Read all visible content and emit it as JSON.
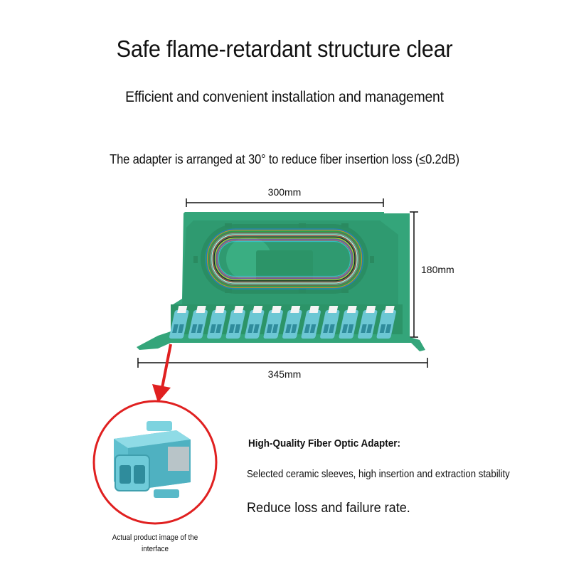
{
  "heading": {
    "title": "Safe flame-retardant structure clear",
    "subtitle": "Efficient and convenient installation and management",
    "note": "The adapter is arranged at 30° to reduce fiber insertion loss (≤0.2dB)"
  },
  "dimensions": {
    "width_top": "300mm",
    "height": "180mm",
    "width_bottom": "345mm"
  },
  "adapter": {
    "title": "High-Quality Fiber Optic Adapter:",
    "description": "Selected ceramic sleeves, high insertion and extraction stability",
    "benefit": "Reduce loss and failure rate.",
    "caption": "Actual product image of the interface"
  },
  "colors": {
    "tray_green": "#34a57a",
    "adapter_aqua": "#6cc7d4",
    "arrow_red": "#e02020"
  },
  "fiber_colors": [
    "#1f6fd6",
    "#f08a1c",
    "#2aa13a",
    "#8a5a2b",
    "#9aa0a6",
    "#ffffff",
    "#e02020",
    "#111111",
    "#f2d21b",
    "#8e44ad",
    "#e84c9a",
    "#37c8d8"
  ]
}
